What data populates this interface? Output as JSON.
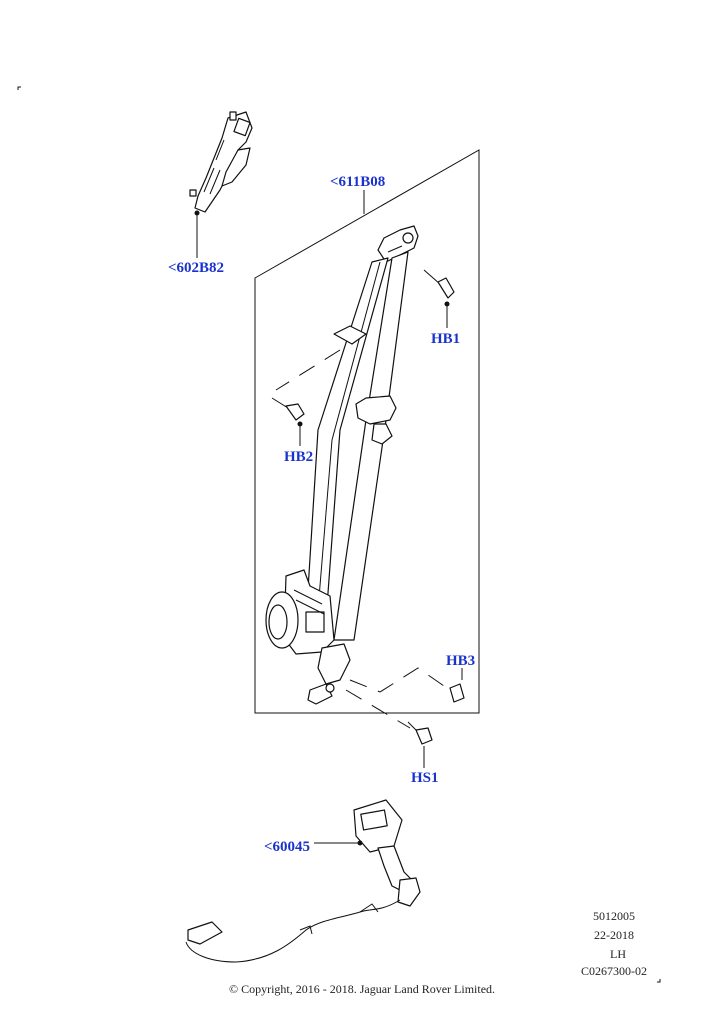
{
  "callouts": {
    "bracket": "<602B82",
    "seatbelt": "<611B08",
    "bolt_1": "HB1",
    "bolt_2": "HB2",
    "bolt_3": "HB3",
    "screw": "HS1",
    "buckle": "<60045"
  },
  "reference": {
    "line1": "5012005",
    "line2": "22-2018",
    "line3": "LH",
    "line4": "C0267300-02"
  },
  "footer": {
    "copyright": "© Copyright, 2016 - 2018. Jaguar Land Rover Limited."
  },
  "colors": {
    "callout_text": "#1a33cc",
    "line_art": "#111111"
  }
}
